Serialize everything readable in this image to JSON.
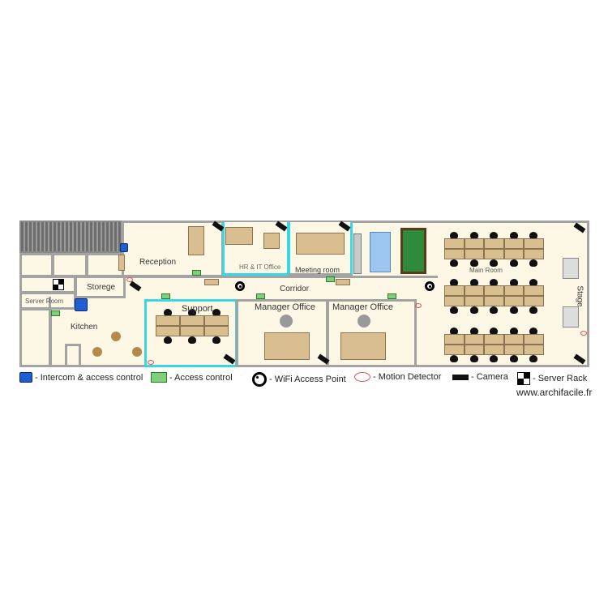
{
  "rooms": {
    "reception": "Reception",
    "hr_it": "HR & IT Office",
    "meeting": "Meeting room",
    "corridor": "Corridor",
    "storage": "Storege",
    "server_room": "Server Room",
    "kitchen": "Kitchen",
    "support": "Support",
    "manager1": "Manager Office",
    "manager2": "Manager Office",
    "main_room": "Main Room",
    "stage": "Stage"
  },
  "legend": [
    {
      "icon": "intercom-icon",
      "label": "- Intercom & access control"
    },
    {
      "icon": "access-control-icon",
      "label": "- Access control"
    },
    {
      "icon": "wifi-access-point-icon",
      "label": "- WiFi Access Point"
    },
    {
      "icon": "motion-detector-icon",
      "label": "- Motion Detector"
    },
    {
      "icon": "camera-icon",
      "label": "- Camera"
    },
    {
      "icon": "server-rack-icon",
      "label": "- Server Rack"
    }
  ],
  "watermark": "www.archifacile.fr",
  "colors": {
    "floor": "#fdf8e6",
    "wall": "#a3a3a3",
    "glass_wall": "#35d7e8",
    "desk": "#d9bf8f"
  }
}
